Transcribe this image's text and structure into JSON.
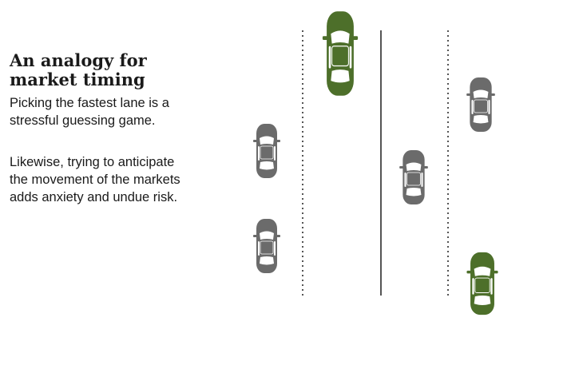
{
  "title_lines": [
    "An analogy for",
    "market timing"
  ],
  "paragraph_1_lines": [
    "Picking the fastest lane is a",
    "stressful guessing game."
  ],
  "paragraph_2_lines": [
    "Likewise, trying to anticipate",
    "the movement of the markets",
    "adds anxiety and undue risk."
  ],
  "colors": {
    "highlight_car": "#4d6f2a",
    "highlight_car_window": "#ffffff",
    "neutral_car": "#6b6b6b",
    "neutral_car_window": "#ffffff",
    "lane_line": "#555555",
    "text": "#1a1a1a"
  },
  "icons": {
    "car": "car-top-view-icon"
  }
}
